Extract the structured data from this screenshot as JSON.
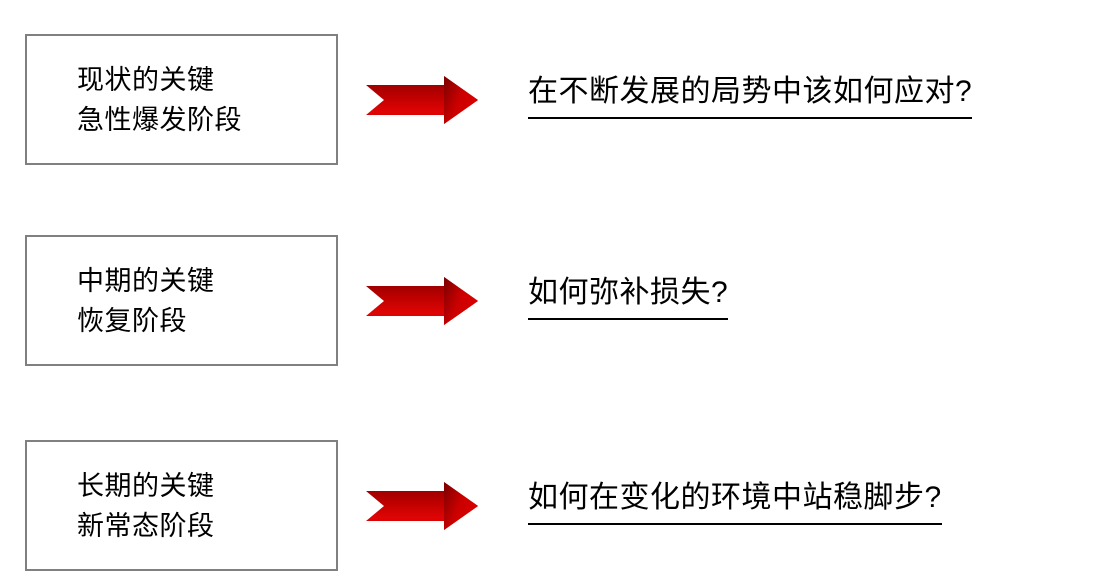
{
  "page": {
    "background_color": "#ffffff",
    "text_color": "#000000",
    "box_border_color": "#808080",
    "arrow_color_dark": "#8B0000",
    "arrow_color_bright": "#E00000"
  },
  "rows": [
    {
      "stage": {
        "line1": "现状的关键",
        "line2": "急性爆发阶段"
      },
      "arrow": "right-arrow-icon",
      "question": "在不断发展的局势中该如何应对?"
    },
    {
      "stage": {
        "line1": "中期的关键",
        "line2": "恢复阶段"
      },
      "arrow": "right-arrow-icon",
      "question": "如何弥补损失?"
    },
    {
      "stage": {
        "line1": "长期的关键",
        "line2": "新常态阶段"
      },
      "arrow": "right-arrow-icon",
      "question": "如何在变化的环境中站稳脚步?"
    }
  ]
}
